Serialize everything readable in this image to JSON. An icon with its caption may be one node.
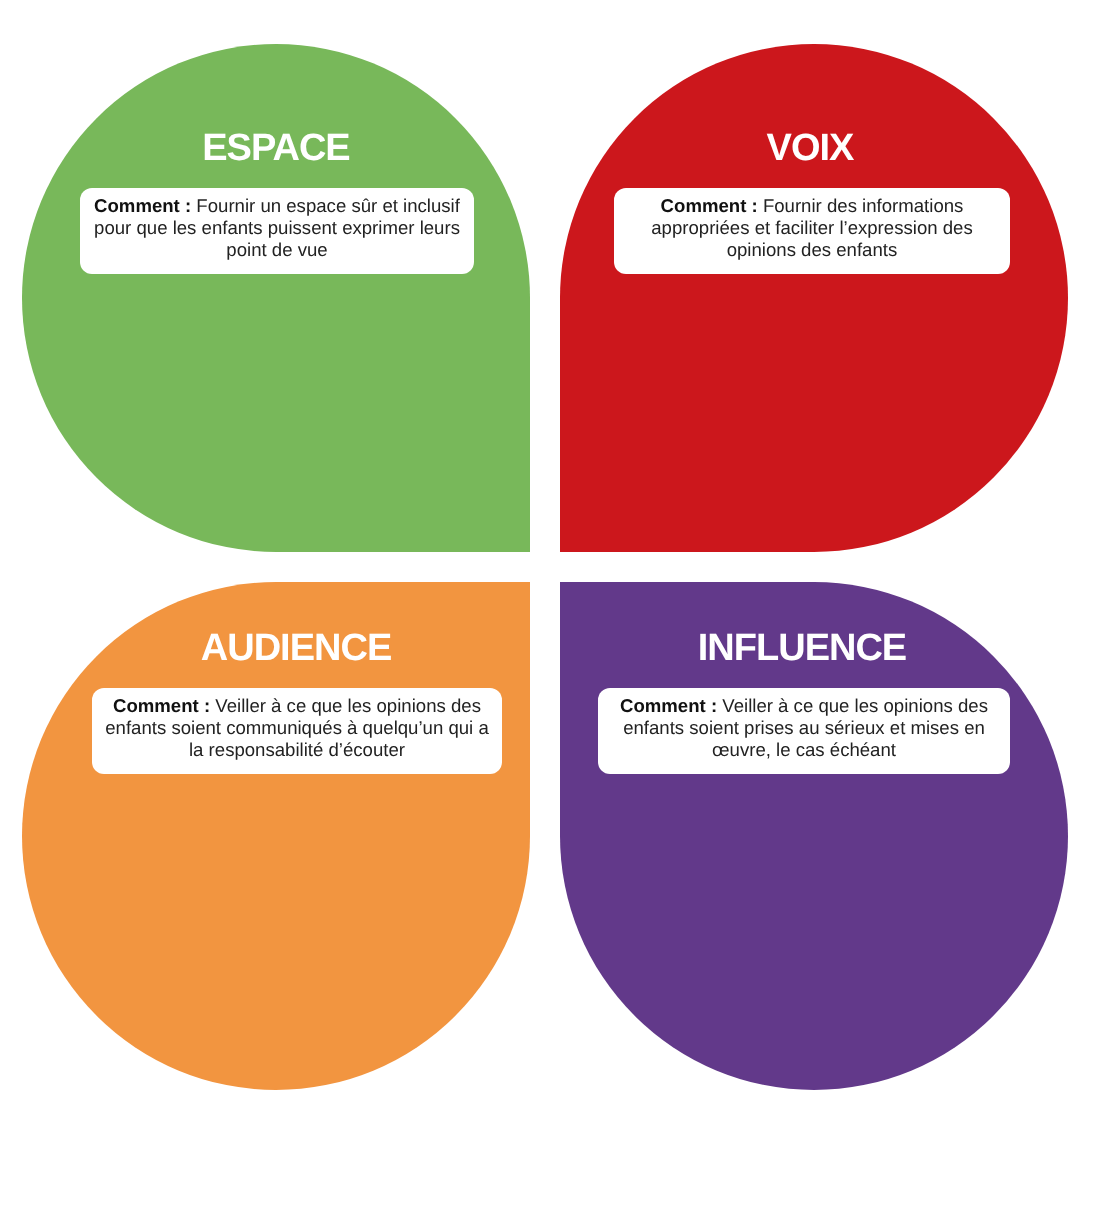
{
  "diagram": {
    "nodes": [
      {
        "text": [
          "ESPACE"
        ]
      },
      {
        "text": [
          "**Comment :** Fournir un espace sûr et inclusif pour que les enfants puissent exprimer leurs point de vue"
        ],
        "in": 0
      },
      {
        "text": [
          "VOIX"
        ]
      },
      {
        "text": [
          "**Comment :** Fournir des informations appropriées et faciliter l’expression des opinions des enfants"
        ],
        "in": 2
      },
      {
        "text": [
          "AUDIENCE"
        ]
      },
      {
        "text": [
          "**Comment :** Veiller à ce que les opinions des enfants soient communiqués à quelqu’un qui a la responsabilité d’écouter"
        ],
        "in": 4
      },
      {
        "text": [
          "INFLUENCE"
        ]
      },
      {
        "text": [
          "**Comment :** Veiller à ce que les opinions des enfants soient prises au sérieux et mises en œuvre, le cas échéant"
        ],
        "in": 6
      }
    ]
  }
}
